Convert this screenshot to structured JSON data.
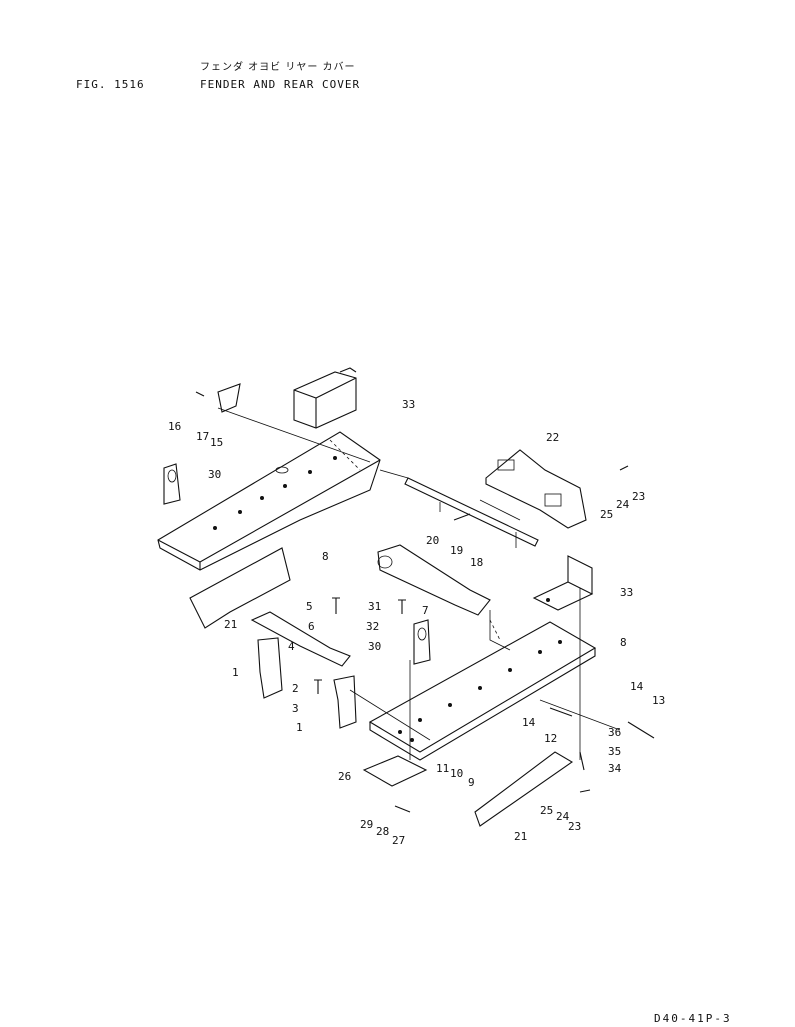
{
  "header": {
    "figure_number": "FIG. 1516",
    "title_jp": "フェンダ オヨビ リヤー カバー",
    "title_en": "FENDER AND REAR COVER"
  },
  "footer": {
    "document_code": "D40-41P-3"
  },
  "callouts": [
    {
      "id": "c1",
      "label": "1"
    },
    {
      "id": "c1b",
      "label": "1"
    },
    {
      "id": "c2",
      "label": "2"
    },
    {
      "id": "c3",
      "label": "3"
    },
    {
      "id": "c4",
      "label": "4"
    },
    {
      "id": "c5",
      "label": "5"
    },
    {
      "id": "c6",
      "label": "6"
    },
    {
      "id": "c7",
      "label": "7"
    },
    {
      "id": "c8",
      "label": "8"
    },
    {
      "id": "c8b",
      "label": "8"
    },
    {
      "id": "c9",
      "label": "9"
    },
    {
      "id": "c10",
      "label": "10"
    },
    {
      "id": "c11",
      "label": "11"
    },
    {
      "id": "c12",
      "label": "12"
    },
    {
      "id": "c13",
      "label": "13"
    },
    {
      "id": "c14",
      "label": "14"
    },
    {
      "id": "c14b",
      "label": "14"
    },
    {
      "id": "c15",
      "label": "15"
    },
    {
      "id": "c16",
      "label": "16"
    },
    {
      "id": "c17",
      "label": "17"
    },
    {
      "id": "c18",
      "label": "18"
    },
    {
      "id": "c19",
      "label": "19"
    },
    {
      "id": "c20",
      "label": "20"
    },
    {
      "id": "c21",
      "label": "21"
    },
    {
      "id": "c21b",
      "label": "21"
    },
    {
      "id": "c22",
      "label": "22"
    },
    {
      "id": "c23",
      "label": "23"
    },
    {
      "id": "c23b",
      "label": "23"
    },
    {
      "id": "c24",
      "label": "24"
    },
    {
      "id": "c24b",
      "label": "24"
    },
    {
      "id": "c25",
      "label": "25"
    },
    {
      "id": "c25b",
      "label": "25"
    },
    {
      "id": "c26",
      "label": "26"
    },
    {
      "id": "c27",
      "label": "27"
    },
    {
      "id": "c28",
      "label": "28"
    },
    {
      "id": "c29",
      "label": "29"
    },
    {
      "id": "c30",
      "label": "30"
    },
    {
      "id": "c30b",
      "label": "30"
    },
    {
      "id": "c31",
      "label": "31"
    },
    {
      "id": "c32",
      "label": "32"
    },
    {
      "id": "c33",
      "label": "33"
    },
    {
      "id": "c33b",
      "label": "33"
    },
    {
      "id": "c34",
      "label": "34"
    },
    {
      "id": "c35",
      "label": "35"
    },
    {
      "id": "c36",
      "label": "36"
    }
  ]
}
